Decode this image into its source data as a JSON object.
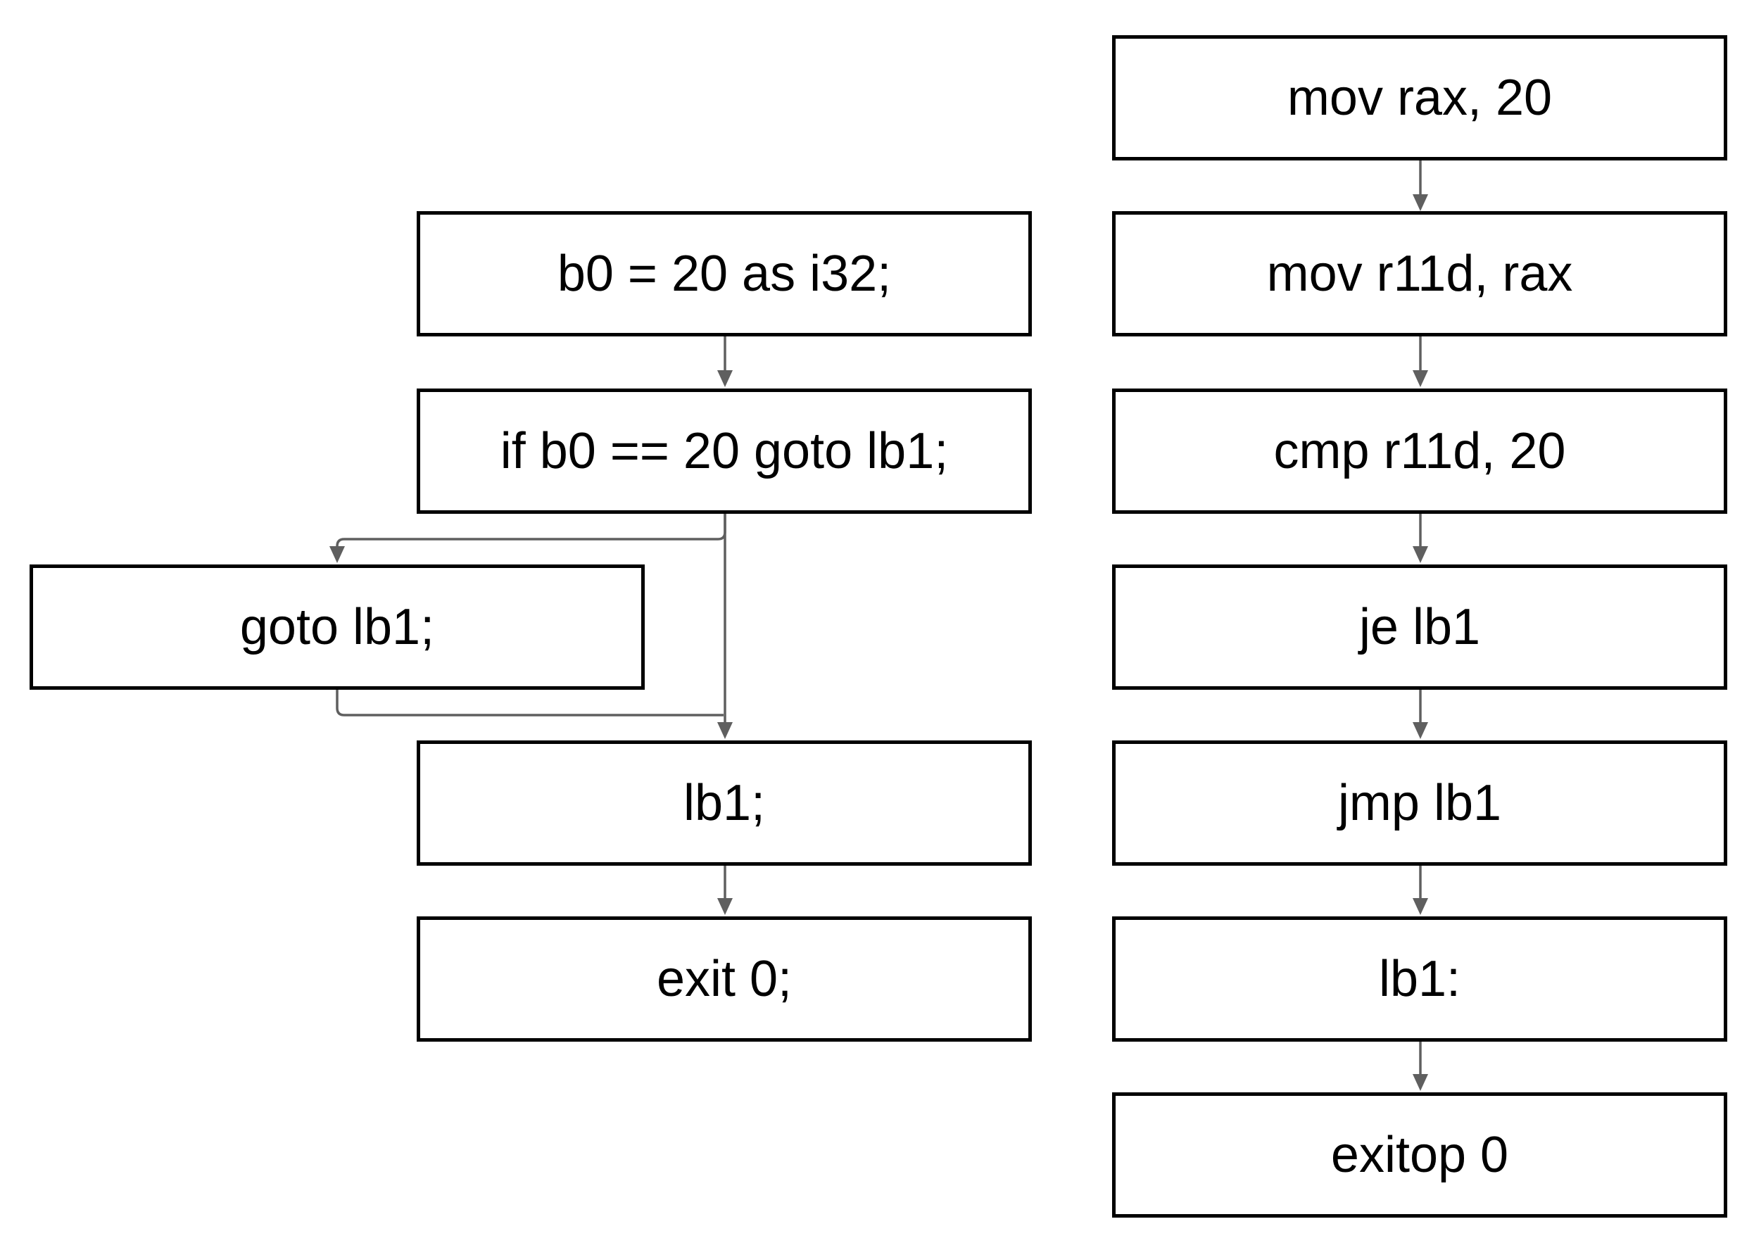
{
  "ir_flow": {
    "b0_assign": "b0 = 20 as i32;",
    "if_goto": "if b0 == 20 goto lb1;",
    "goto": "goto lb1;",
    "label": "lb1;",
    "exit": "exit 0;"
  },
  "asm_flow": {
    "mov_rax": "mov rax, 20",
    "mov_r11d": "mov r11d, rax",
    "cmp": "cmp r11d, 20",
    "je": "je lb1",
    "jmp": "jmp lb1",
    "label": "lb1:",
    "exitop": "exitop 0"
  },
  "colors": {
    "box_border": "#000000",
    "edge": "#5f5f5f",
    "background": "#ffffff"
  }
}
